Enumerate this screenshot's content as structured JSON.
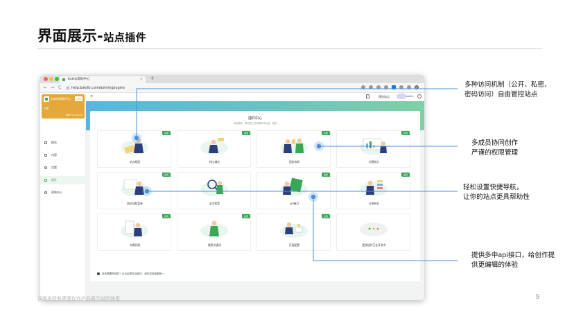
{
  "slide": {
    "title_main": "界面展示-",
    "title_sub": "站点插件",
    "page_number": "9",
    "footer": "该版本所有界面仅作产品展示说明使用"
  },
  "browser": {
    "tab_title": "baklib帮助中心",
    "tab_close": "×",
    "new_tab": "+",
    "nav_back": "←",
    "nav_forward": "→",
    "nav_reload": "C",
    "url": "help.baklib.com/admin/plugins"
  },
  "app": {
    "kb_name": "baklib帮助中心",
    "kb_switch": "切换",
    "kb_vip": "VIP",
    "kb_expire": "到期 2022-09-08",
    "sidebar": [
      {
        "label": "概览",
        "icon": "dashboard-icon"
      },
      {
        "label": "内容",
        "icon": "grid-icon"
      },
      {
        "label": "设置",
        "icon": "gear-icon"
      },
      {
        "label": "插件",
        "icon": "plugin-icon",
        "active": true
      },
      {
        "label": "帮助中心",
        "icon": "help-icon"
      }
    ],
    "topbar": {
      "menu": "≡",
      "view_site": "预览站点",
      "user": "baklib",
      "help": "?"
    },
    "panel_title": "插件中心",
    "panel_subtitle": "添加插件，帮你的工作效率事半功倍，提效",
    "badge_label": "启用",
    "cards": [
      {
        "name": "站点权限",
        "badge": true
      },
      {
        "name": "独立域名",
        "badge": true
      },
      {
        "name": "团队协同",
        "badge": true
      },
      {
        "name": "访客统计",
        "badge": true
      },
      {
        "name": "网站导航菜单",
        "badge": true
      },
      {
        "name": "全文检索",
        "badge": false
      },
      {
        "name": "API接口",
        "badge": true
      },
      {
        "name": "分享有礼",
        "badge": true
      },
      {
        "name": "文章反馈",
        "badge": true
      },
      {
        "name": "搜索关键词",
        "badge": true
      },
      {
        "name": "页面配置",
        "badge": true
      },
      {
        "name": "更多插件正在开发中",
        "badge": false
      }
    ],
    "footer_note": "还有想要的插件？点击这里告诉我们，我们将持续更新～"
  },
  "callouts": [
    {
      "line1": "多种访问机制（公开、私密、",
      "line2": "密码访问）自由管控站点"
    },
    {
      "line1": "多成员协同创作",
      "line2": "严谨的权限管理"
    },
    {
      "line1": "轻松设置快捷导航，",
      "line2": "让你的站点更具帮助性"
    },
    {
      "line1": "提供多中api接口，给创作提",
      "line2": "供更编辑的体验"
    }
  ],
  "colors": {
    "brand_green": "#3aa757",
    "callout_blue": "#4a90d9",
    "kb_card": "#e5a83a"
  }
}
